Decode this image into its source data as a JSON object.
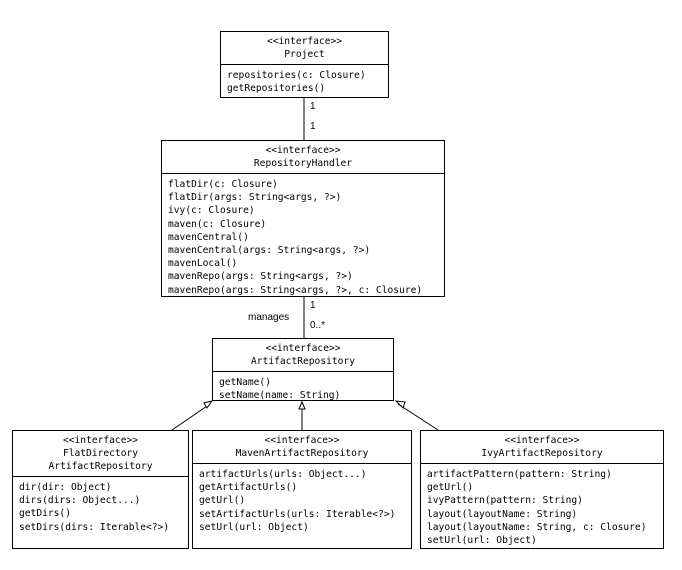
{
  "classes": {
    "project": {
      "stereotype": "<<interface>>",
      "name": "Project",
      "methods": [
        "repositories(c: Closure)",
        "getRepositories()"
      ]
    },
    "repository_handler": {
      "stereotype": "<<interface>>",
      "name": "RepositoryHandler",
      "methods": [
        "flatDir(c: Closure)",
        "flatDir(args: String<args, ?>)",
        "ivy(c: Closure)",
        "maven(c: Closure)",
        "mavenCentral()",
        "mavenCentral(args: String<args, ?>)",
        "mavenLocal()",
        "mavenRepo(args: String<args, ?>)",
        "mavenRepo(args: String<args, ?>, c: Closure)"
      ]
    },
    "artifact_repository": {
      "stereotype": "<<interface>>",
      "name": "ArtifactRepository",
      "methods": [
        "getName()",
        "setName(name: String)"
      ]
    },
    "flat_directory": {
      "stereotype": "<<interface>>",
      "name_line1": "FlatDirectory",
      "name_line2": "ArtifactRepository",
      "methods": [
        "dir(dir: Object)",
        "dirs(dirs: Object...)",
        "getDirs()",
        "setDirs(dirs: Iterable<?>)"
      ]
    },
    "maven_artifact": {
      "stereotype": "<<interface>>",
      "name": "MavenArtifactRepository",
      "methods": [
        "artifactUrls(urls: Object...)",
        "getArtifactUrls()",
        "getUrl()",
        "setArtifactUrls(urls: Iterable<?>)",
        "setUrl(url: Object)"
      ]
    },
    "ivy_artifact": {
      "stereotype": "<<interface>>",
      "name": "IvyArtifactRepository",
      "methods": [
        "artifactPattern(pattern: String)",
        "getUrl()",
        "ivyPattern(pattern: String)",
        "layout(layoutName: String)",
        "layout(layoutName: String, c: Closure)",
        "setUrl(url: Object)"
      ]
    }
  },
  "relations": {
    "project_handler": {
      "mult_top": "1",
      "mult_bottom": "1"
    },
    "handler_repository": {
      "label": "manages",
      "mult_top": "1",
      "mult_bottom": "0..*"
    }
  }
}
